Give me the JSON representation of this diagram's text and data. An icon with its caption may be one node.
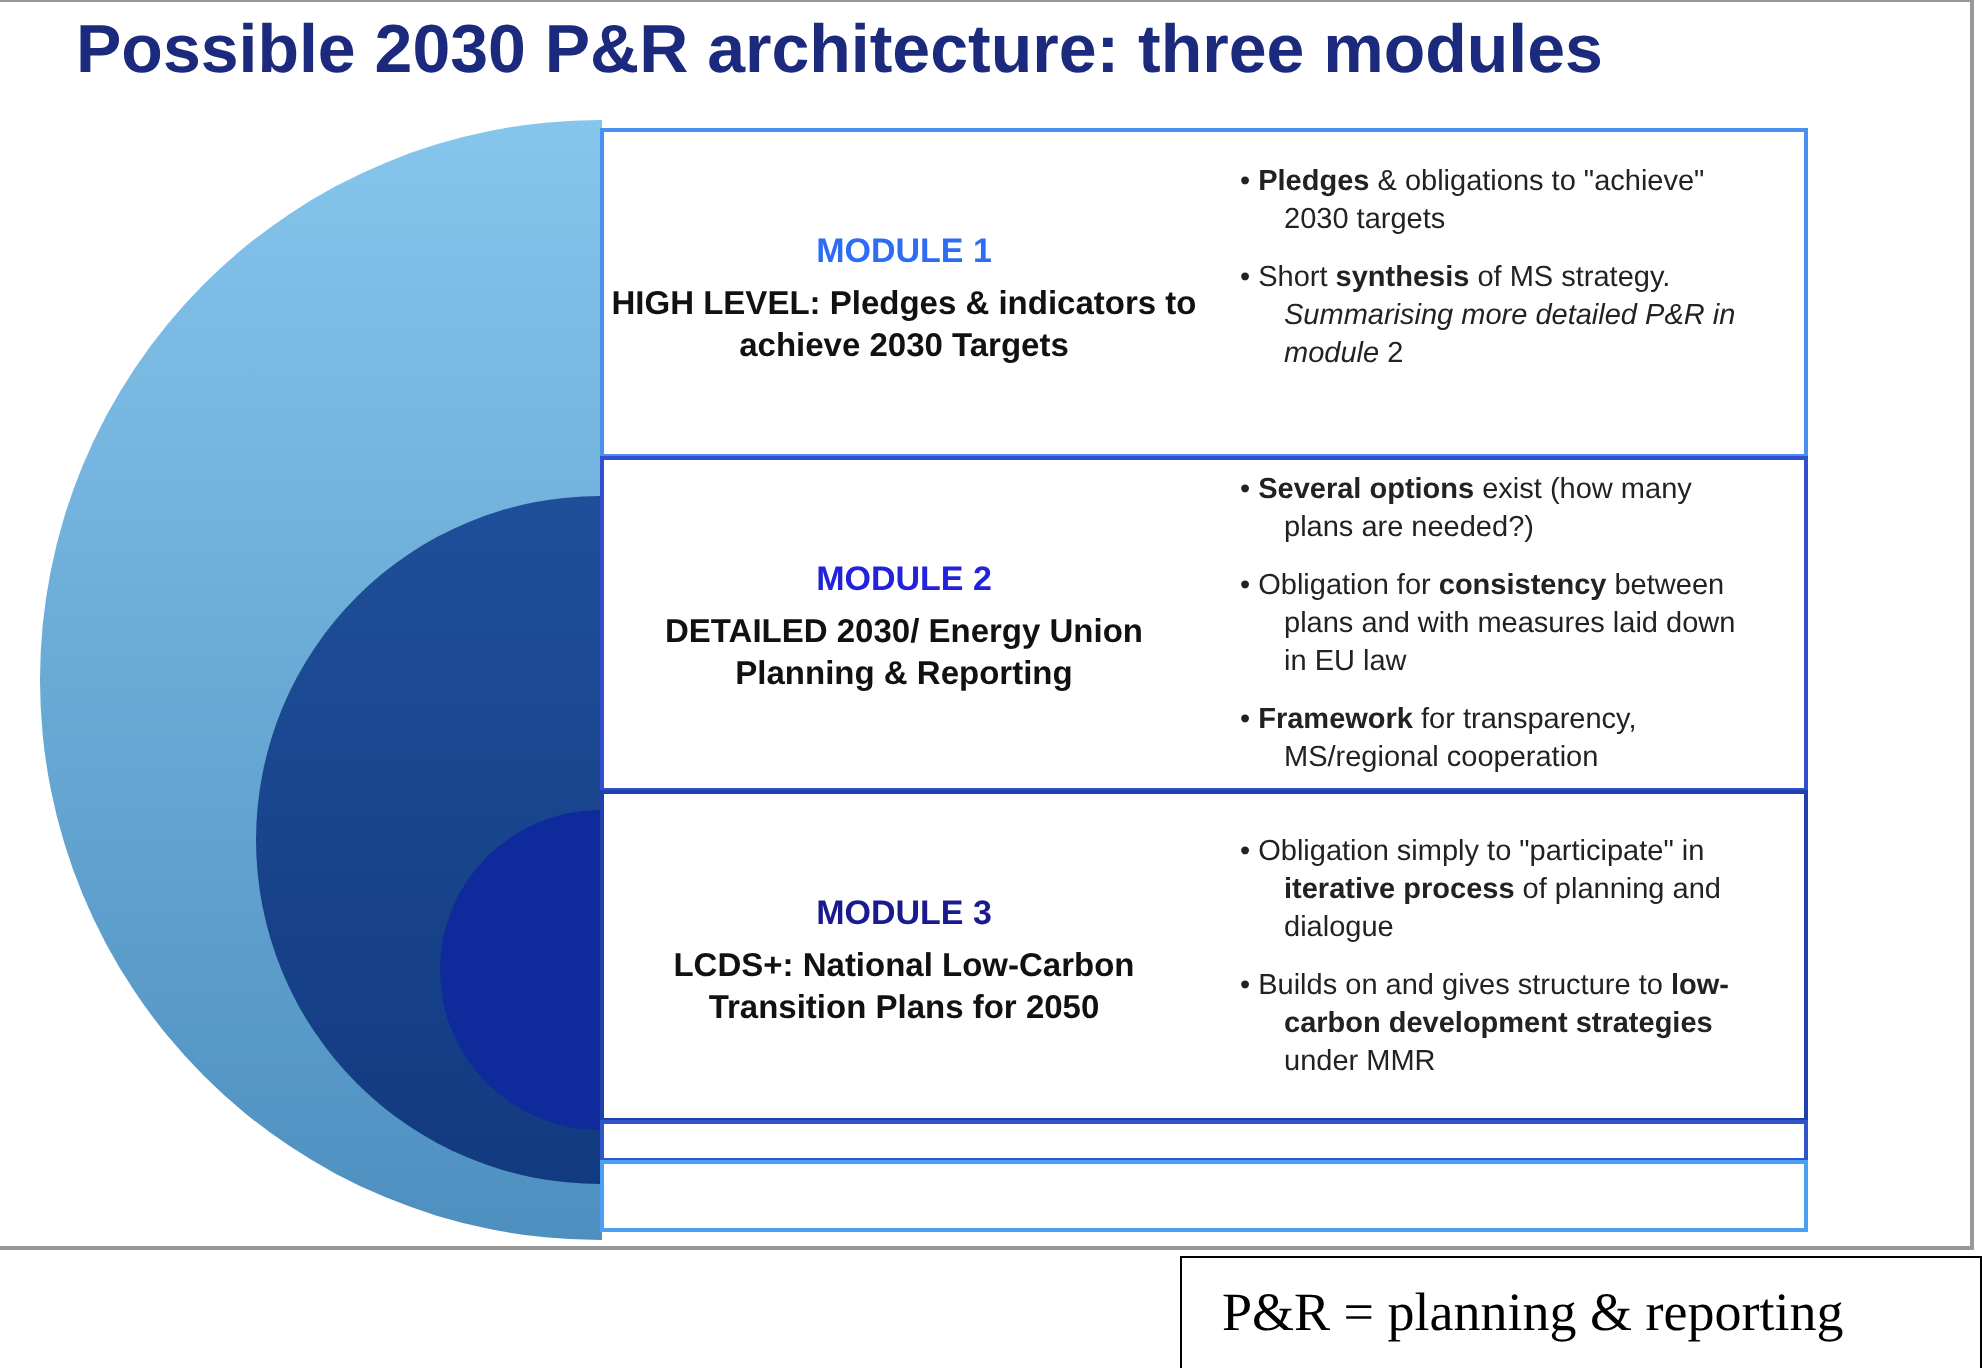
{
  "diagram": {
    "title": "Possible 2030 P&R architecture: three modules",
    "nodes": [
      {
        "text": [
          "MODULE 1",
          "HIGH LEVEL: Pledges & indicators to achieve 2030 Targets",
          "• **Pledges** & obligations to \"achieve\" 2030 targets",
          "• Short **synthesis** of MS strategy. *Summarising more detailed P&R in module* 2"
        ]
      },
      {
        "text": [
          "MODULE 2",
          "DETAILED 2030/ Energy Union Planning & Reporting",
          "• **Several options** exist (how many plans are needed?)",
          "• Obligation for **consistency** between plans and with measures laid down in EU law",
          "• **Framework** for transparency, MS/regional cooperation"
        ]
      },
      {
        "text": [
          "MODULE 3",
          "LCDS+: National Low-Carbon Transition Plans for 2050",
          "• Obligation simply to \"participate\" in **iterative process** of planning and dialogue",
          "• Builds on and gives structure to **low-carbon development strategies** under MMR"
        ]
      },
      {
        "text": [],
        "shape": "box"
      },
      {
        "text": [],
        "shape": "box"
      },
      {
        "text": [
          "P&R = planning & reporting"
        ]
      }
    ],
    "edges": []
  }
}
